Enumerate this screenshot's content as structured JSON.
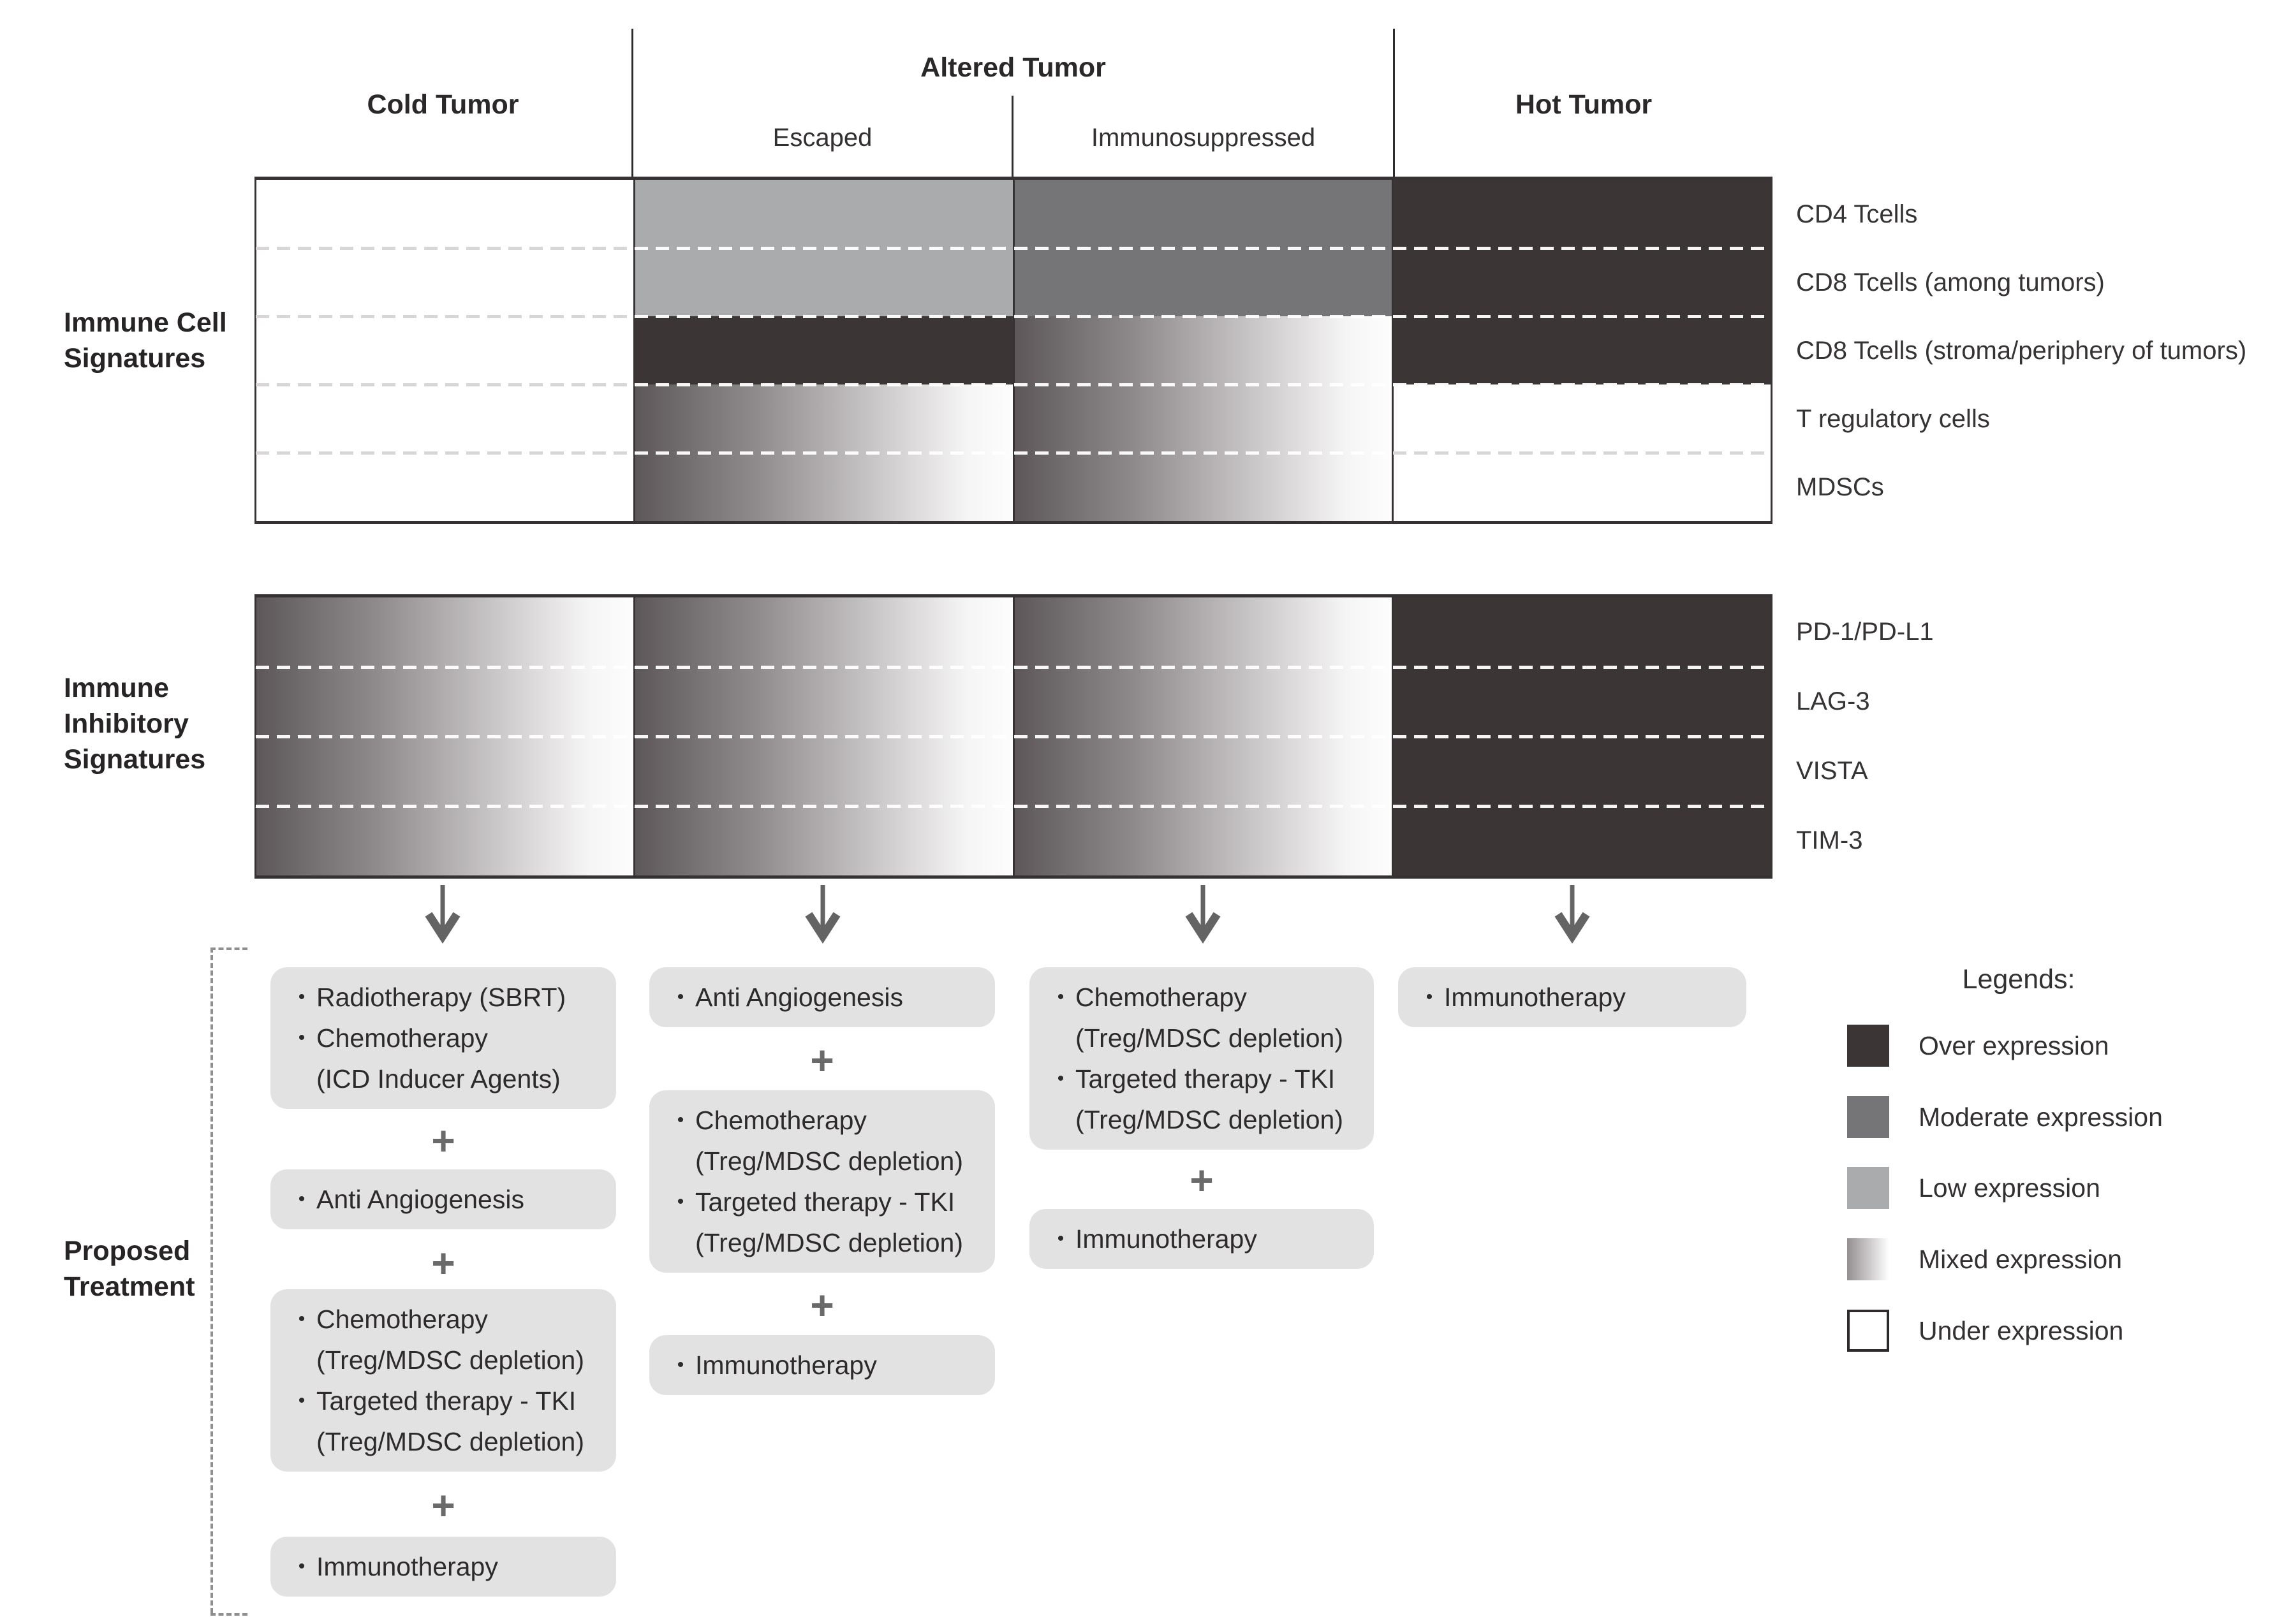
{
  "bullet": "•",
  "plus": "+",
  "header": {
    "cold": "Cold Tumor",
    "altered": "Altered Tumor",
    "escaped": "Escaped",
    "immunosuppressed": "Immunosuppressed",
    "hot": "Hot Tumor"
  },
  "sections": {
    "immune_cell_label": [
      "Immune Cell",
      "Signatures"
    ],
    "immune_inhibitory_label": [
      "Immune",
      "Inhibitory",
      "Signatures"
    ],
    "proposed_treatment_label": [
      "Proposed",
      "Treatment"
    ]
  },
  "expression_colors": {
    "over": "#3b3536",
    "moderate": "#757577",
    "low": "#aaabad",
    "under": "#ffffff",
    "mixed_start": "#5d5759",
    "mixed_end": "#fdfdfd"
  },
  "immune_cell_grid": {
    "rows": [
      {
        "label": "CD4 Tcells",
        "cells": [
          "under",
          "low",
          "moderate",
          "over"
        ]
      },
      {
        "label": "CD8 Tcells (among tumors)",
        "cells": [
          "under",
          "low",
          "moderate",
          "over"
        ]
      },
      {
        "label": "CD8 Tcells (stroma/periphery of tumors)",
        "cells": [
          "under",
          "over",
          "mixed",
          "over"
        ]
      },
      {
        "label": "T regulatory cells",
        "cells": [
          "under",
          "mixed",
          "mixed",
          "under"
        ]
      },
      {
        "label": "MDSCs",
        "cells": [
          "under",
          "mixed",
          "mixed",
          "under"
        ]
      }
    ]
  },
  "immune_inhibitory_grid": {
    "rows": [
      {
        "label": "PD-1/PD-L1",
        "cells": [
          "mixed",
          "mixed",
          "mixed",
          "over"
        ]
      },
      {
        "label": "LAG-3",
        "cells": [
          "mixed",
          "mixed",
          "mixed",
          "over"
        ]
      },
      {
        "label": "VISTA",
        "cells": [
          "mixed",
          "mixed",
          "mixed",
          "over"
        ]
      },
      {
        "label": "TIM-3",
        "cells": [
          "mixed",
          "mixed",
          "mixed",
          "over"
        ]
      }
    ]
  },
  "treatments": {
    "cold": {
      "box1": {
        "item1": "Radiotherapy (SBRT)",
        "item2_line1": "Chemotherapy",
        "item2_line2": "(ICD Inducer Agents)"
      },
      "box2": {
        "item1": "Anti Angiogenesis"
      },
      "box3": {
        "item1_line1": "Chemotherapy",
        "item1_line2": "(Treg/MDSC depletion)",
        "item2_line1": "Targeted therapy - TKI",
        "item2_line2": "(Treg/MDSC depletion)"
      },
      "box4": {
        "item1": "Immunotherapy"
      }
    },
    "escaped": {
      "box1": {
        "item1": "Anti Angiogenesis"
      },
      "box2": {
        "item1_line1": "Chemotherapy",
        "item1_line2": "(Treg/MDSC depletion)",
        "item2_line1": "Targeted therapy - TKI",
        "item2_line2": "(Treg/MDSC depletion)"
      },
      "box3": {
        "item1": "Immunotherapy"
      }
    },
    "immunosuppressed": {
      "box1": {
        "item1_line1": "Chemotherapy",
        "item1_line2": "(Treg/MDSC depletion)",
        "item2_line1": "Targeted therapy - TKI",
        "item2_line2": "(Treg/MDSC depletion)"
      },
      "box2": {
        "item1": "Immunotherapy"
      }
    },
    "hot": {
      "box1": {
        "item1": "Immunotherapy"
      }
    }
  },
  "legend": {
    "title": "Legends:",
    "items": [
      {
        "swatch": "over",
        "label": "Over expression"
      },
      {
        "swatch": "moderate",
        "label": "Moderate expression"
      },
      {
        "swatch": "low",
        "label": "Low expression"
      },
      {
        "swatch": "mixed",
        "label": "Mixed expression"
      },
      {
        "swatch": "under",
        "label": "Under expression"
      }
    ]
  }
}
